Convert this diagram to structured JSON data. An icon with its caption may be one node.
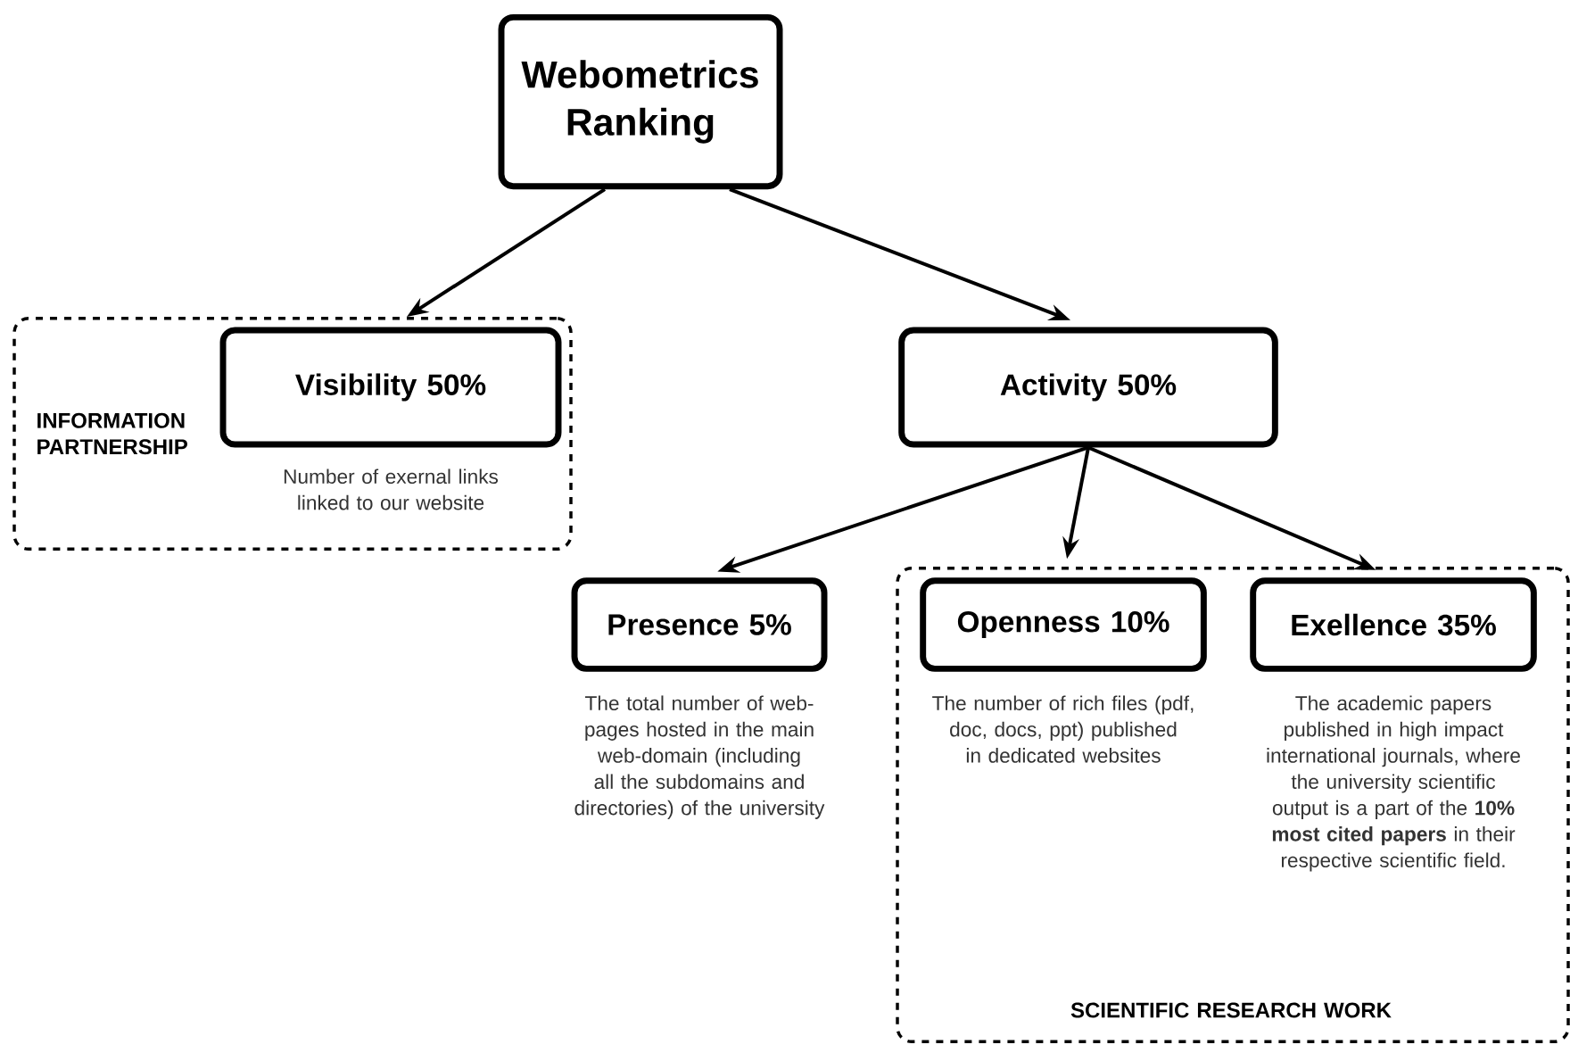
{
  "diagram": {
    "nodes": [
      {
        "text": [
          "Webometrics Ranking"
        ]
      },
      {
        "text": [
          "INFORMATION PARTNERSHIP"
        ]
      },
      {
        "text": [
          "Visibility 50%"
        ],
        "in": 1,
        "beside": [
          "Number of exernal links linked to our website"
        ]
      },
      {
        "text": [
          "Activity 50%"
        ]
      },
      {
        "text": [
          "Presence 5%"
        ],
        "beside": [
          "The total number of web-pages hosted in the main web-domain (including all the subdomains and directories) of the university"
        ]
      },
      {
        "text": [
          "SCIENTIFIC RESEARCH WORK"
        ]
      },
      {
        "text": [
          "Openness 10%"
        ],
        "in": 5,
        "beside": [
          "The number of rich files (pdf, doc, docs, ppt) published in dedicated websites"
        ]
      },
      {
        "text": [
          "Exellence 35%"
        ],
        "in": 5,
        "beside": [
          "The academic papers published in high impact international journals, where the university scientific output is a part of the **10% most cited papers** in their respective scientific field."
        ]
      }
    ],
    "edges": [
      {
        "from": 0,
        "to": 2,
        "arrow": "to"
      },
      {
        "from": 0,
        "to": 3,
        "arrow": "to"
      },
      {
        "from": 3,
        "to": 4,
        "arrow": "to"
      },
      {
        "from": 3,
        "to": 6,
        "arrow": "to"
      },
      {
        "from": 3,
        "to": 7,
        "arrow": "to"
      }
    ]
  }
}
